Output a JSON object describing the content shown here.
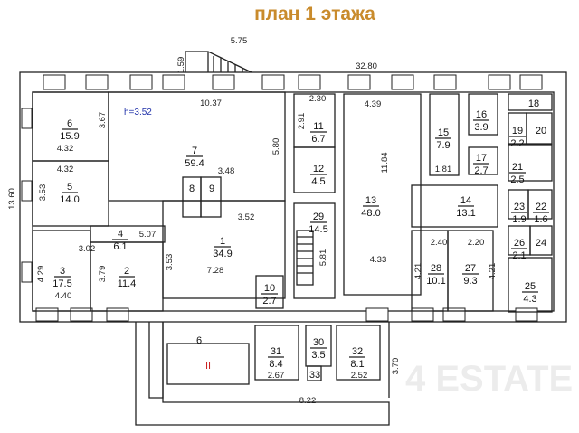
{
  "title": "план 1 этажа",
  "ceiling_height": "h=3.52",
  "watermark": "4 ESTATE",
  "colors": {
    "title": "#c98b2c",
    "walls": "#222222",
    "corridor_mark": "#cc2222",
    "height_label": "#2233aa"
  },
  "rooms": [
    {
      "num": "6",
      "area": "15.9"
    },
    {
      "num": "5",
      "area": "14.0"
    },
    {
      "num": "4",
      "area": "6.1"
    },
    {
      "num": "3",
      "area": "17.5"
    },
    {
      "num": "2",
      "area": "11.4"
    },
    {
      "num": "7",
      "area": "59.4"
    },
    {
      "num": "1",
      "area": "34.9"
    },
    {
      "num": "8",
      "area": ""
    },
    {
      "num": "9",
      "area": ""
    },
    {
      "num": "10",
      "area": "2.7"
    },
    {
      "num": "11",
      "area": "6.7"
    },
    {
      "num": "12",
      "area": "4.5"
    },
    {
      "num": "29",
      "area": "14.5"
    },
    {
      "num": "13",
      "area": "48.0"
    },
    {
      "num": "15",
      "area": "7.9"
    },
    {
      "num": "16",
      "area": "3.9"
    },
    {
      "num": "17",
      "area": "2.7"
    },
    {
      "num": "14",
      "area": "13.1"
    },
    {
      "num": "28",
      "area": "10.1"
    },
    {
      "num": "27",
      "area": "9.3"
    },
    {
      "num": "18",
      "area": ""
    },
    {
      "num": "19",
      "area": "2.2"
    },
    {
      "num": "20",
      "area": ""
    },
    {
      "num": "21",
      "area": "2.5"
    },
    {
      "num": "23",
      "area": "1.9"
    },
    {
      "num": "22",
      "area": "1.6"
    },
    {
      "num": "26",
      "area": "2.1"
    },
    {
      "num": "24",
      "area": ""
    },
    {
      "num": "25",
      "area": "4.3"
    },
    {
      "num": "31",
      "area": "8.4"
    },
    {
      "num": "30",
      "area": "3.5"
    },
    {
      "num": "32",
      "area": "8.1"
    },
    {
      "num": "33",
      "area": ""
    },
    {
      "num": "6",
      "area": ""
    },
    {
      "num": "II",
      "area": ""
    }
  ],
  "dimensions": [
    "5.75",
    "1.59",
    "32.80",
    "10.37",
    "3.67",
    "4.32",
    "4.32",
    "3.53",
    "13.60",
    "5.07",
    "3.02",
    "4.29",
    "3.79",
    "3.53",
    "4.40",
    "3.48",
    "3.52",
    "7.28",
    "5.80",
    "2.30",
    "2.91",
    "4.39",
    "11.84",
    "5.81",
    "4.33",
    "1.81",
    "2.40",
    "2.20",
    "4.21",
    "4.21",
    "2.67",
    "2.52",
    "3.70",
    "8.22"
  ]
}
